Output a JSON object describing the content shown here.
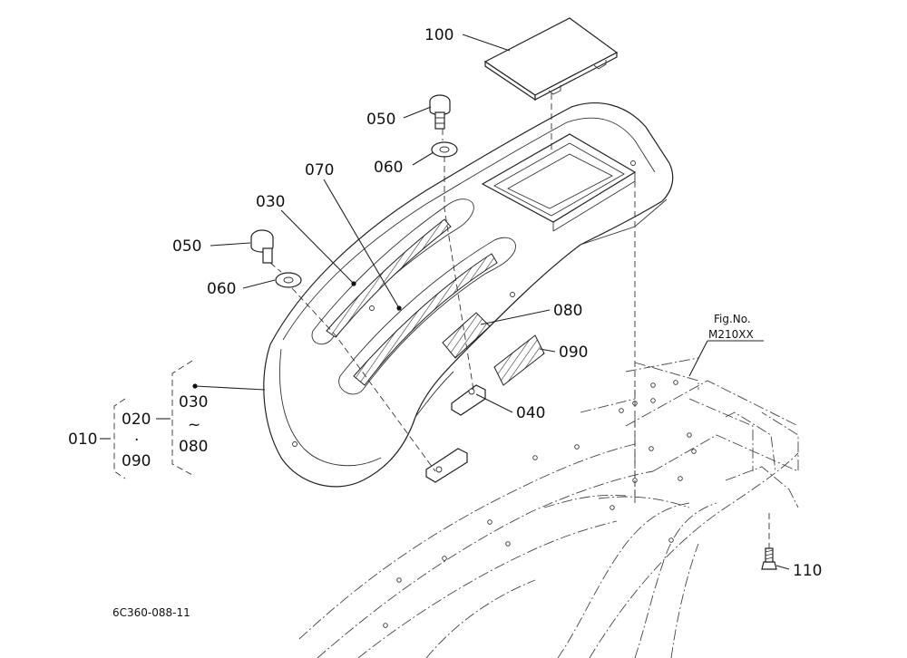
{
  "callouts": {
    "p100": "100",
    "p050_top": "050",
    "p060_top": "060",
    "p070": "070",
    "p030": "030",
    "p050_left": "050",
    "p060_left": "060",
    "p080": "080",
    "p090": "090",
    "p040": "040",
    "p110": "110"
  },
  "assembly": {
    "main": "010",
    "range_start": "020",
    "dot": "·",
    "range_end": "090",
    "sub_start": "030",
    "tilde": "~",
    "sub_end": "080"
  },
  "figure_ref": {
    "label": "Fig.No.",
    "number": "M210XX"
  },
  "drawing_code": "6C360-088-11"
}
